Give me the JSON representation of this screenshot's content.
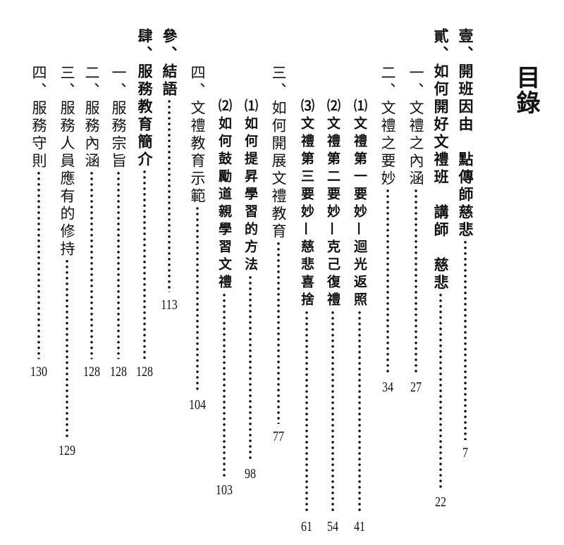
{
  "title": "目錄",
  "entries": [
    {
      "label": "壹、開班因由　點傳師慈悲",
      "page": "7"
    },
    {
      "label": "貳、如何開好文禮班　講師　慈悲",
      "page": "22"
    },
    {
      "label": "一、文禮之內涵",
      "page": "27"
    },
    {
      "label": "二、文禮之要妙",
      "page": "34"
    },
    {
      "label": "⑴文禮第一要妙—迴光返照",
      "page": "41"
    },
    {
      "label": "⑵文禮第二要妙—克己復禮",
      "page": "54"
    },
    {
      "label": "⑶文禮第三要妙—慈悲喜捨",
      "page": "61"
    },
    {
      "label": "三、如何開展文禮教育",
      "page": "77"
    },
    {
      "label": "⑴如何提昇學習的方法",
      "page": "98"
    },
    {
      "label": "⑵如何鼓勵道親學習文禮",
      "page": "103"
    },
    {
      "label": "四、文禮教育示範",
      "page": "104"
    },
    {
      "label": "參、結語",
      "page": "113"
    },
    {
      "label": "肆、服務教育簡介",
      "page": "128"
    },
    {
      "label": "一、服務宗旨",
      "page": "128"
    },
    {
      "label": "二、服務內涵",
      "page": "128"
    },
    {
      "label": "三、服務人員應有的修持",
      "page": "129"
    },
    {
      "label": "四、服務守則",
      "page": "130"
    }
  ]
}
